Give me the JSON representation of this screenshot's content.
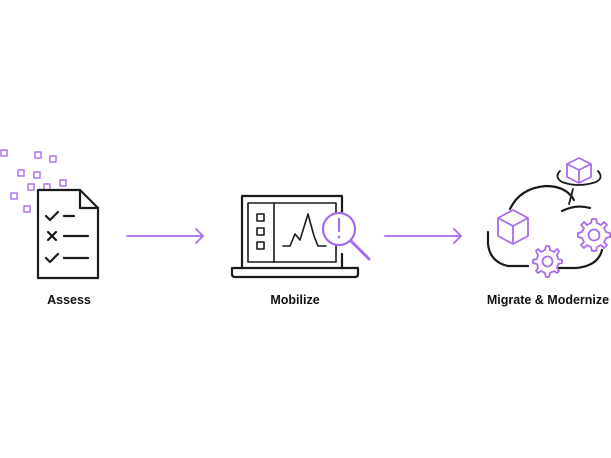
{
  "steps": [
    {
      "label": "Assess",
      "icon": "checklist-document-icon"
    },
    {
      "label": "Mobilize",
      "icon": "laptop-analytics-magnifier-icon"
    },
    {
      "label": "Migrate & Modernize",
      "icon": "cloud-cubes-gears-icon"
    }
  ],
  "connectors": [
    "arrow-right-icon",
    "arrow-right-icon"
  ],
  "colors": {
    "ink": "#1a1a1a",
    "accent": "#a86cf0",
    "background": "#ffffff"
  }
}
